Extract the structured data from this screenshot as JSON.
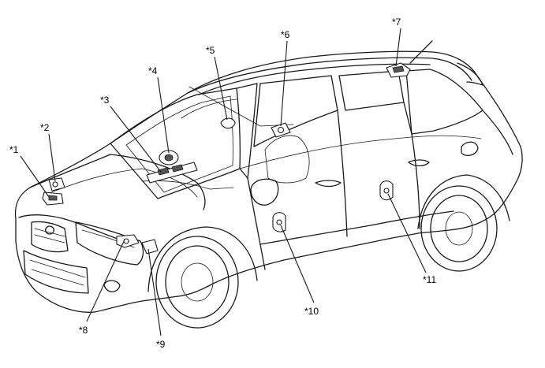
{
  "callouts": [
    {
      "id": 1,
      "label": "*1"
    },
    {
      "id": 2,
      "label": "*2"
    },
    {
      "id": 3,
      "label": "*3"
    },
    {
      "id": 4,
      "label": "*4"
    },
    {
      "id": 5,
      "label": "*5"
    },
    {
      "id": 6,
      "label": "*6"
    },
    {
      "id": 7,
      "label": "*7"
    },
    {
      "id": 8,
      "label": "*8"
    },
    {
      "id": 9,
      "label": "*9"
    },
    {
      "id": 10,
      "label": "*10"
    },
    {
      "id": 11,
      "label": "*11"
    }
  ]
}
